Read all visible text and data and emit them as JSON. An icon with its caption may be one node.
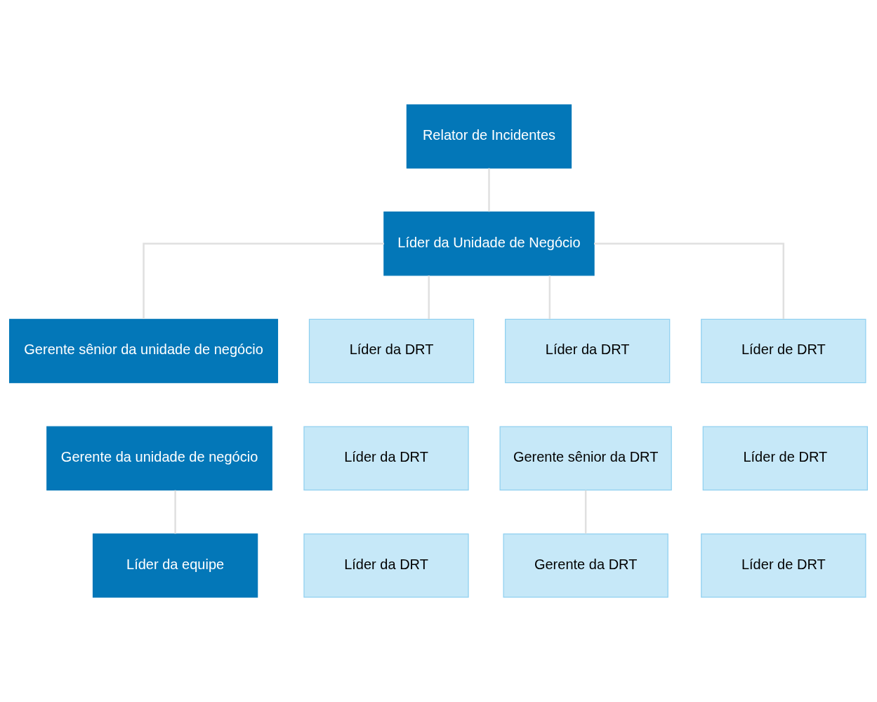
{
  "diagram": {
    "nodes": [
      {
        "text": [
          "Relator de Incidentes"
        ]
      },
      {
        "text": [
          "Líder da Unidade de Negócio"
        ]
      },
      {
        "text": [
          "Gerente sênior da unidade de negócio"
        ]
      },
      {
        "text": [
          "Líder da DRT"
        ]
      },
      {
        "text": [
          "Líder da DRT"
        ]
      },
      {
        "text": [
          "Líder de DRT"
        ]
      },
      {
        "text": [
          "Gerente da unidade de negócio"
        ]
      },
      {
        "text": [
          "Líder da DRT"
        ]
      },
      {
        "text": [
          "Gerente sênior da DRT"
        ]
      },
      {
        "text": [
          "Líder de DRT"
        ]
      },
      {
        "text": [
          "Líder da equipe"
        ]
      },
      {
        "text": [
          "Líder da DRT"
        ]
      },
      {
        "text": [
          "Gerente da DRT"
        ]
      },
      {
        "text": [
          "Líder de DRT"
        ]
      }
    ],
    "edges": [
      {
        "from": 0,
        "to": 1,
        "arrow": "none"
      },
      {
        "from": 1,
        "to": 2,
        "arrow": "none"
      },
      {
        "from": 1,
        "to": 3,
        "arrow": "none"
      },
      {
        "from": 1,
        "to": 4,
        "arrow": "none"
      },
      {
        "from": 1,
        "to": 5,
        "arrow": "none"
      },
      {
        "from": 6,
        "to": 10,
        "arrow": "none"
      },
      {
        "from": 8,
        "to": 12,
        "arrow": "none"
      }
    ]
  }
}
